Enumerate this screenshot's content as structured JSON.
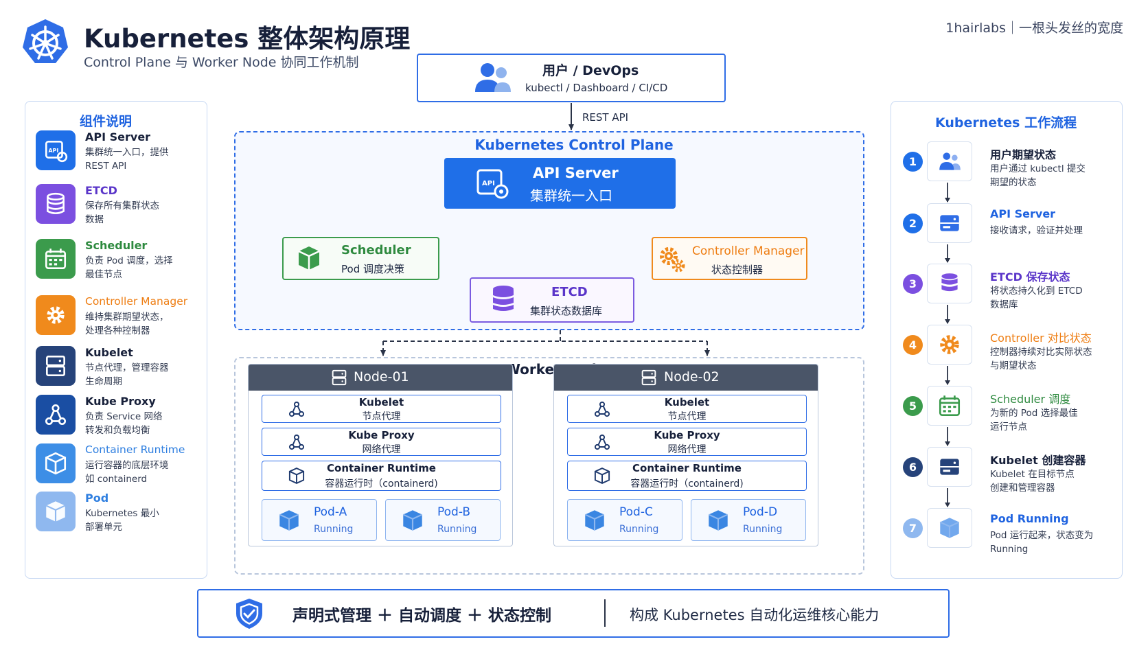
{
  "header": {
    "title": "Kubernetes 整体架构原理",
    "subtitle": "Control Plane 与 Worker Node 协同工作机制",
    "brand": "1hairlabs｜一根头发丝的宽度"
  },
  "user": {
    "title": "用户 / DevOps",
    "subtitle": "kubectl / Dashboard / CI/CD",
    "link_label": "REST API"
  },
  "legend": {
    "title": "组件说明",
    "items": [
      {
        "name": "API Server",
        "desc": "集群统一入口，提供\nREST API",
        "color": "#1f6fe8",
        "icon": "api-icon"
      },
      {
        "name": "ETCD",
        "desc": "保存所有集群状态\n数据",
        "color": "#7b4fe0",
        "icon": "database-icon"
      },
      {
        "name": "Scheduler",
        "desc": "负责 Pod 调度，选择\n最佳节点",
        "color": "#3b9b4c",
        "icon": "calendar-icon"
      },
      {
        "name": "Controller Manager",
        "desc": "维持集群期望状态，\n处理各种控制器",
        "color": "#f08a1c",
        "icon": "gear-icon"
      },
      {
        "name": "Kubelet",
        "desc": "节点代理，管理容器\n生命周期",
        "color": "#26437a",
        "icon": "server-icon"
      },
      {
        "name": "Kube Proxy",
        "desc": "负责 Service 网络\n转发和负载均衡",
        "color": "#1a4ea3",
        "icon": "network-icon"
      },
      {
        "name": "Container Runtime",
        "desc": "运行容器的底层环境\n如 containerd",
        "color": "#3d8ee6",
        "icon": "cube-icon"
      },
      {
        "name": "Pod",
        "desc": "Kubernetes 最小\n部署单元",
        "color": "#8fb8ef",
        "icon": "pod-icon"
      }
    ]
  },
  "control_plane": {
    "title": "Kubernetes Control Plane",
    "api_server": {
      "name": "API Server",
      "desc": "集群统一入口"
    },
    "scheduler": {
      "name": "Scheduler",
      "desc": "Pod 调度决策"
    },
    "controller_manager": {
      "name": "Controller Manager",
      "desc": "状态控制器"
    },
    "etcd": {
      "name": "ETCD",
      "desc": "集群状态数据库"
    }
  },
  "workers": {
    "title": "Worker Nodes",
    "nodes": [
      {
        "name": "Node-01",
        "components": [
          {
            "name": "Kubelet",
            "desc": "节点代理"
          },
          {
            "name": "Kube Proxy",
            "desc": "网络代理"
          },
          {
            "name": "Container Runtime",
            "desc": "容器运行时（containerd)"
          }
        ],
        "pods": [
          {
            "name": "Pod-A",
            "status": "Running"
          },
          {
            "name": "Pod-B",
            "status": "Running"
          }
        ]
      },
      {
        "name": "Node-02",
        "components": [
          {
            "name": "Kubelet",
            "desc": "节点代理"
          },
          {
            "name": "Kube Proxy",
            "desc": "网络代理"
          },
          {
            "name": "Container Runtime",
            "desc": "容器运行时（containerd)"
          }
        ],
        "pods": [
          {
            "name": "Pod-C",
            "status": "Running"
          },
          {
            "name": "Pod-D",
            "status": "Running"
          }
        ]
      }
    ]
  },
  "workflow": {
    "title": "Kubernetes 工作流程",
    "steps": [
      {
        "num": "1",
        "title": "用户期望状态",
        "desc": "用户通过 kubectl 提交\n期望的状态",
        "color": "#1f6fe8",
        "title_color": "#17203a"
      },
      {
        "num": "2",
        "title": "API Server",
        "desc": "接收请求，验证并处理",
        "color": "#1f6fe8",
        "title_color": "#1f63e0"
      },
      {
        "num": "3",
        "title": "ETCD 保存状态",
        "desc": "将状态持久化到 ETCD\n数据库",
        "color": "#7b4fe0",
        "title_color": "#5a35c9"
      },
      {
        "num": "4",
        "title": "Controller 对比状态",
        "desc": "控制器持续对比实际状态\n与期望状态",
        "color": "#f08a1c",
        "title_color": "#ee7d12"
      },
      {
        "num": "5",
        "title": "Scheduler 调度",
        "desc": "为新的 Pod 选择最佳\n运行节点",
        "color": "#3b9b4c",
        "title_color": "#2e8a3f"
      },
      {
        "num": "6",
        "title": "Kubelet 创建容器",
        "desc": "Kubelet 在目标节点\n创建和管理容器",
        "color": "#26437a",
        "title_color": "#17203a"
      },
      {
        "num": "7",
        "title": "Pod Running",
        "desc": "Pod 运行起来，状态变为\nRunning",
        "color": "#8fb8ef",
        "title_color": "#1f63e0"
      }
    ]
  },
  "banner": {
    "main": "声明式管理 ＋ 自动调度 ＋ 状态控制",
    "sub": "构成 Kubernetes 自动化运维核心能力"
  }
}
